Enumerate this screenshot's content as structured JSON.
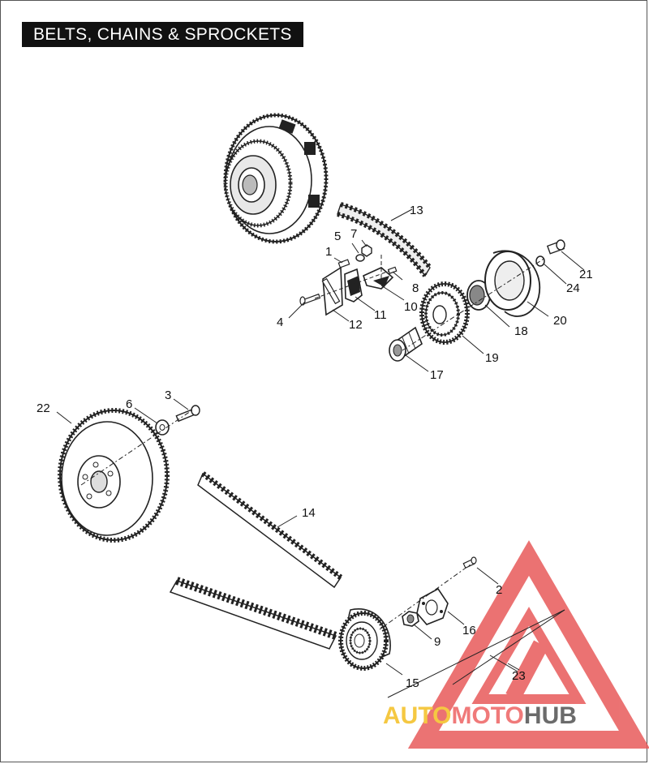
{
  "title": "BELTS, CHAINS & SPROCKETS",
  "callouts": [
    "1",
    "2",
    "3",
    "4",
    "5",
    "6",
    "7",
    "8",
    "9",
    "10",
    "11",
    "12",
    "13",
    "14",
    "15",
    "16",
    "17",
    "18",
    "19",
    "20",
    "21",
    "22",
    "23",
    "24"
  ],
  "watermark": {
    "part1": "AUTO",
    "part2": "MOTO",
    "part3": "HUB",
    "color1": "#f5c842",
    "color2": "#f07a7a",
    "color3": "#6b6b6b",
    "logo_color": "#e85a5a"
  }
}
